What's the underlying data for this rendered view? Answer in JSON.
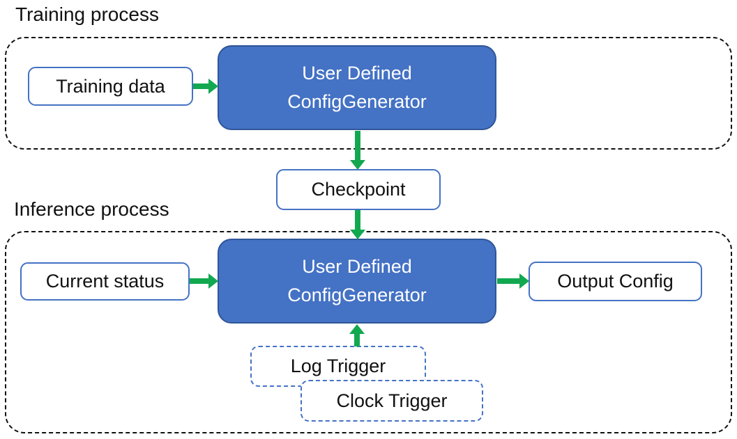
{
  "colors": {
    "accent-blue": "#4472C4",
    "accent-blue-dark": "#2F5597",
    "arrow-green": "#12A850",
    "container-dash": "#111111",
    "text-dark": "#111111"
  },
  "training": {
    "label": "Training process",
    "input_box": "Training data",
    "generator_box": {
      "line1": "User Defined",
      "line2": "ConfigGenerator"
    }
  },
  "checkpoint": {
    "label": "Checkpoint"
  },
  "inference": {
    "label": "Inference process",
    "input_box": "Current status",
    "generator_box": {
      "line1": "User Defined",
      "line2": "ConfigGenerator"
    },
    "output_box": "Output Config",
    "triggers": {
      "log": "Log Trigger",
      "clock": "Clock Trigger"
    }
  }
}
